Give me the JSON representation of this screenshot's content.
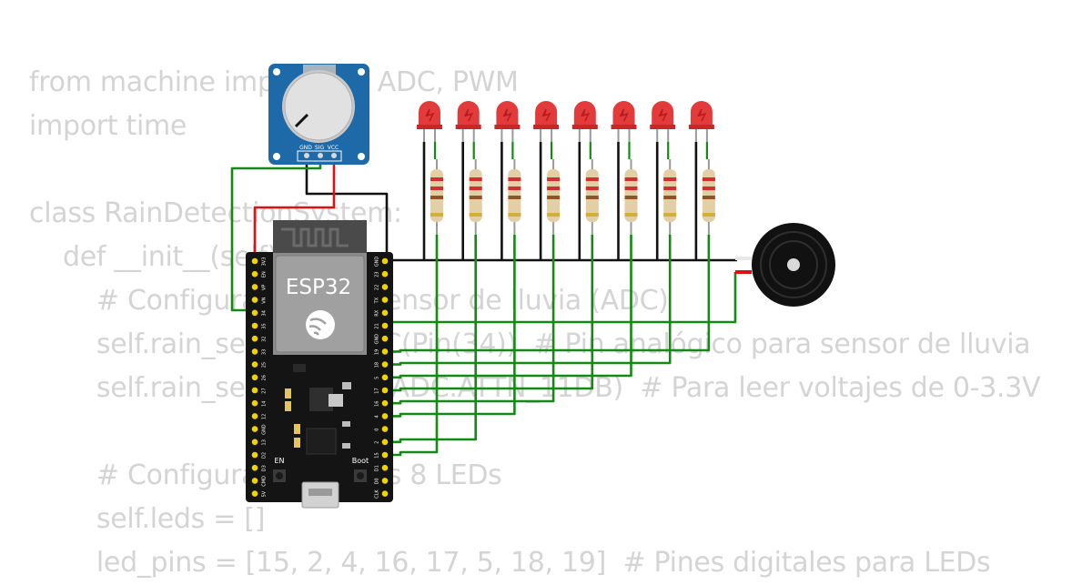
{
  "code_lines": [
    "from machine import Pin, ADC, PWM",
    "import time",
    "",
    "class RainDetectionSystem:",
    "    def __init__(self):",
    "        # Configuración del sensor de lluvia (ADC)",
    "        self.rain_sensor = ADC(Pin(34))  # Pin analógico para sensor de lluvia",
    "        self.rain_sensor.atten(ADC.ATTN_11DB)  # Para leer voltajes de 0-3.3V",
    "",
    "        # Configuración de los 8 LEDs",
    "        self.leds = []",
    "        led_pins = [15, 2, 4, 16, 17, 5, 18, 19]  # Pines digitales para LEDs"
  ],
  "board": {
    "label": "ESP32",
    "en_label": "EN",
    "boot_label": "Boot",
    "left_pins": [
      "3V3",
      "EN",
      "VP",
      "VN",
      "34",
      "35",
      "32",
      "33",
      "25",
      "26",
      "27",
      "14",
      "12",
      "GND",
      "13",
      "D2",
      "D3",
      "CMD",
      "5V"
    ],
    "right_pins": [
      "GND",
      "23",
      "22",
      "TX",
      "RX",
      "21",
      "GND",
      "19",
      "18",
      "5",
      "17",
      "16",
      "4",
      "0",
      "2",
      "15",
      "D1",
      "D0",
      "CLK"
    ]
  },
  "potentiometer": {
    "pins": [
      "GND",
      "SIG",
      "VCC"
    ]
  },
  "leds": {
    "count": 8
  },
  "colors": {
    "code_text": "#d4d4d4",
    "wire_green": "#138a13",
    "wire_red": "#e01010",
    "wire_black": "#111111",
    "led_red": "#e33b3b",
    "board": "#141414",
    "pcb_blue": "#1e6aa8"
  }
}
